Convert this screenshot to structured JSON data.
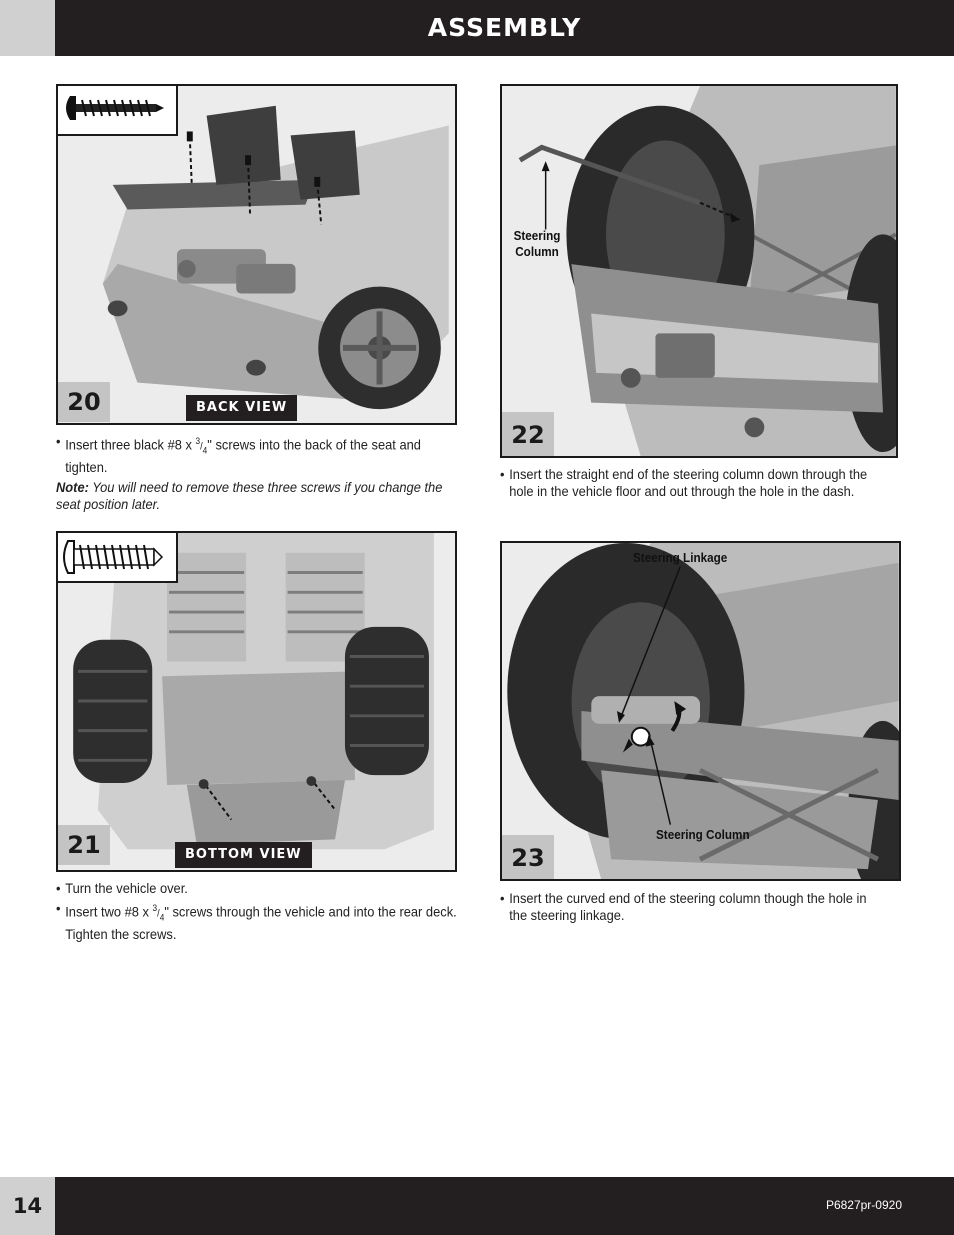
{
  "header": {
    "title": "ASSEMBLY"
  },
  "footer": {
    "page_number": "14",
    "doc_code": "P6827pr-0920"
  },
  "steps": {
    "s20": {
      "number": "20",
      "view_label": "BACK VIEW",
      "bullet1_pre": "Insert three black #8 x ",
      "frac_num": "3",
      "frac_den": "4",
      "bullet1_post": "\" screws into the back of the seat and tighten.",
      "note_label": "Note:",
      "note_text": " You will need to remove these three screws if you change the seat position later."
    },
    "s21": {
      "number": "21",
      "view_label": "BOTTOM VIEW",
      "bullet1": "Turn the vehicle over.",
      "bullet2_pre": "Insert two #8 x ",
      "frac_num": "3",
      "frac_den": "4",
      "bullet2_post": "\" screws through the vehicle and into the rear deck. Tighten the screws."
    },
    "s22": {
      "number": "22",
      "callout": "Steering Column",
      "bullet1": "Insert the straight end of the steering column down through the hole in the vehicle floor and out through the hole in the dash."
    },
    "s23": {
      "number": "23",
      "callout_top": "Steering Linkage",
      "callout_bottom": "Steering Column",
      "bullet1": "Insert the curved end of the steering column though the hole in the steering linkage."
    }
  },
  "icons": [
    "long-screw-icon",
    "short-screw-icon"
  ]
}
